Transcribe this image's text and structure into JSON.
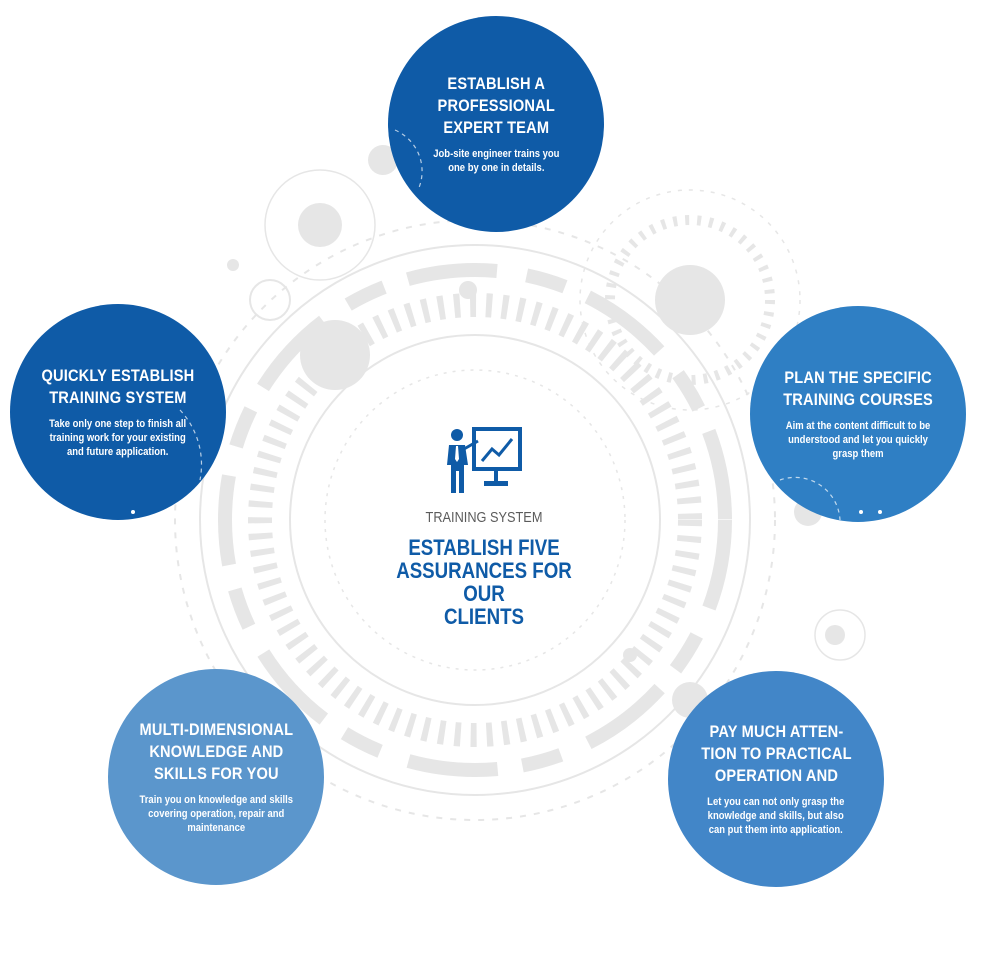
{
  "colors": {
    "dark_blue": "#0f5ba7",
    "mid_blue": "#2f7fc4",
    "light_blue": "#5b96cc",
    "gray_decor": "#e6e6e6",
    "center_text": "#0f5ba7",
    "kicker_text": "#5b5b5b"
  },
  "center": {
    "icon": "presentation-board-icon",
    "kicker": "TRAINING SYSTEM",
    "title_lines": [
      "ESTABLISH FIVE",
      "ASSURANCES FOR OUR",
      "CLIENTS"
    ]
  },
  "nodes": [
    {
      "id": "top",
      "title_lines": [
        "ESTABLISH A",
        "PROFESSIONAL",
        "EXPERT TEAM"
      ],
      "desc_lines": [
        "Job-site engineer trains you",
        "one by one in details."
      ]
    },
    {
      "id": "left",
      "title_lines": [
        "QUICKLY ESTABLISH",
        "TRAINING SYSTEM"
      ],
      "desc_lines": [
        "Take only one step to finish all",
        "training work for your existing",
        "and future application."
      ]
    },
    {
      "id": "right",
      "title_lines": [
        "PLAN THE SPECIFIC",
        "TRAINING COURSES"
      ],
      "desc_lines": [
        "Aim at the content difficult to be",
        "understood and let you quickly",
        "grasp them"
      ]
    },
    {
      "id": "bottom-left",
      "title_lines": [
        "MULTI-DIMENSIONAL",
        "KNOWLEDGE AND",
        "SKILLS FOR YOU"
      ],
      "desc_lines": [
        "Train you on knowledge and skills",
        "covering operation, repair and",
        "maintenance"
      ]
    },
    {
      "id": "bottom-right",
      "title_lines": [
        "PAY MUCH ATTEN-",
        "TION TO PRACTICAL",
        "OPERATION AND"
      ],
      "desc_lines": [
        "Let you can not only grasp the",
        "knowledge and skills, but also",
        "can put them into application."
      ]
    }
  ]
}
